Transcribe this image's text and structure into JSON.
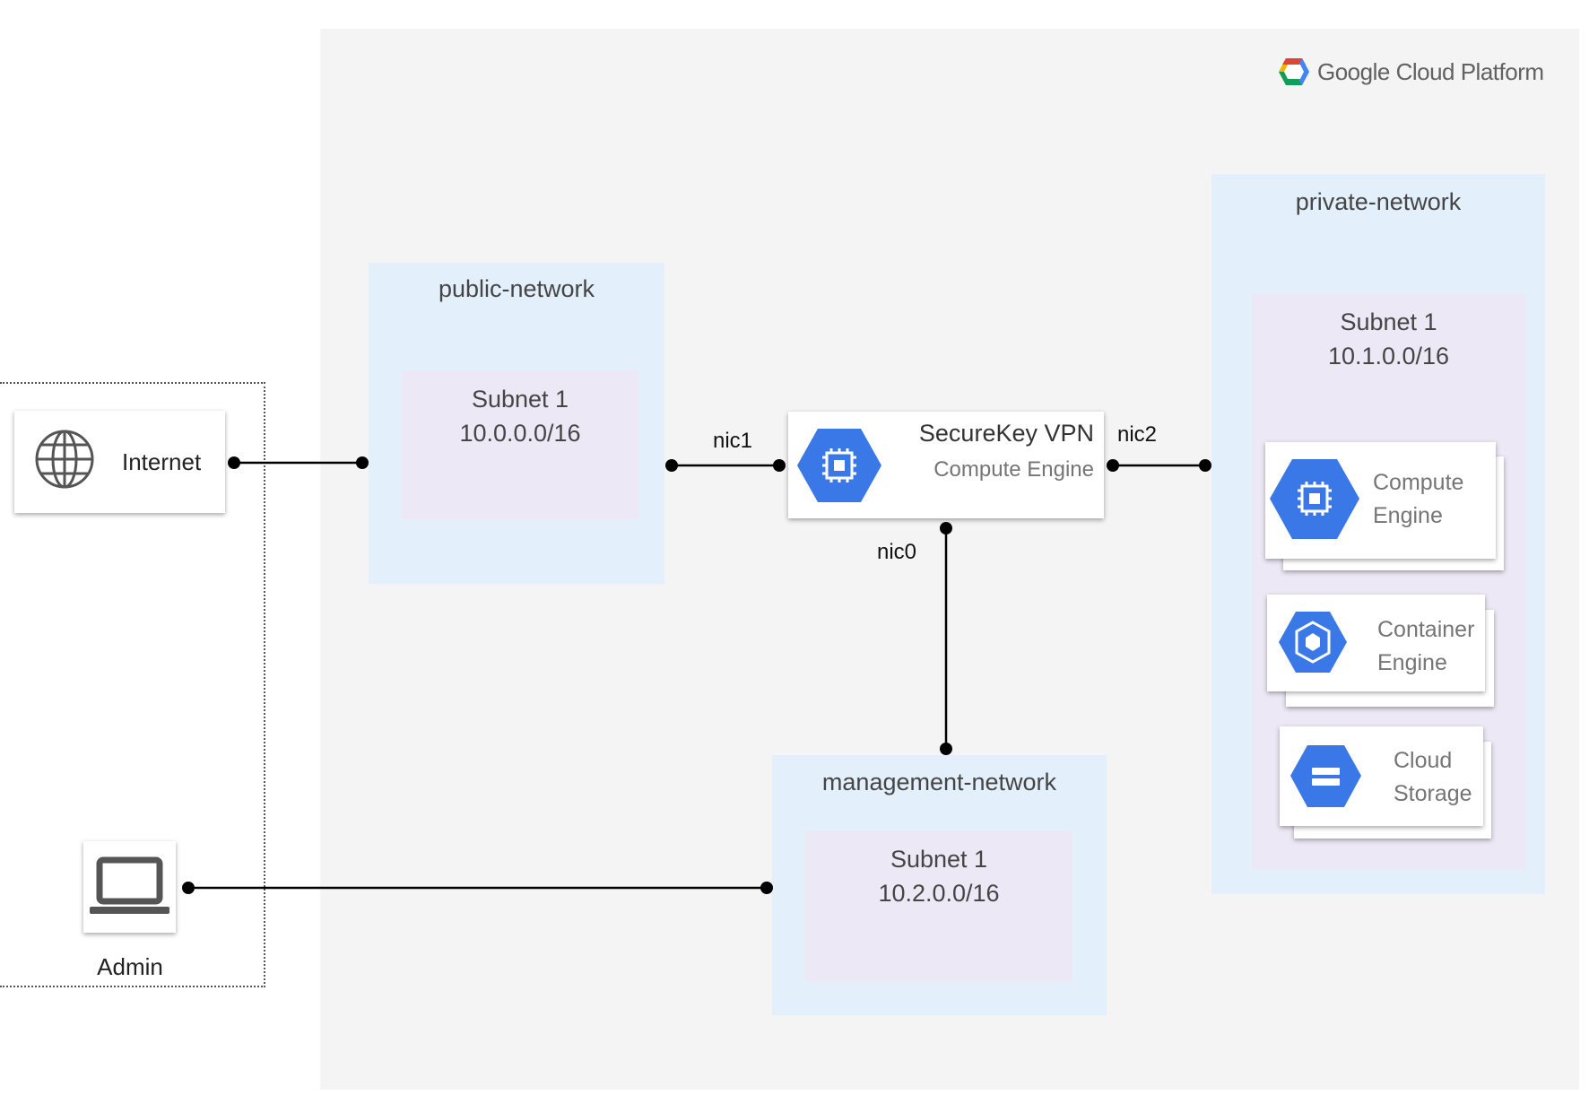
{
  "gcp": {
    "brand": "Google Cloud Platform"
  },
  "networks": {
    "public": {
      "label": "public-network",
      "subnet_name": "Subnet 1",
      "subnet_cidr": "10.0.0.0/16"
    },
    "private": {
      "label": "private-network",
      "subnet_name": "Subnet 1",
      "subnet_cidr": "10.1.0.0/16"
    },
    "management": {
      "label": "management-network",
      "subnet_name": "Subnet 1",
      "subnet_cidr": "10.2.0.0/16"
    }
  },
  "external": {
    "internet": {
      "label": "Internet",
      "icon": "globe-icon"
    },
    "admin": {
      "label": "Admin",
      "icon": "laptop-icon"
    }
  },
  "vpn": {
    "title": "SecureKey VPN",
    "subtitle": "Compute Engine",
    "icon": "compute-engine-icon"
  },
  "nics": {
    "nic0": "nic0",
    "nic1": "nic1",
    "nic2": "nic2"
  },
  "private_services": [
    {
      "line1": "Compute",
      "line2": "Engine",
      "icon": "compute-engine-icon"
    },
    {
      "line1": "Container",
      "line2": "Engine",
      "icon": "container-engine-icon"
    },
    {
      "line1": "Cloud",
      "line2": "Storage",
      "icon": "cloud-storage-icon"
    }
  ],
  "colors": {
    "gcp_blue": "#3b78e7",
    "network_fill": "#e3f0fb",
    "subnet_fill": "#ede8f5",
    "panel": "#f4f4f4"
  }
}
